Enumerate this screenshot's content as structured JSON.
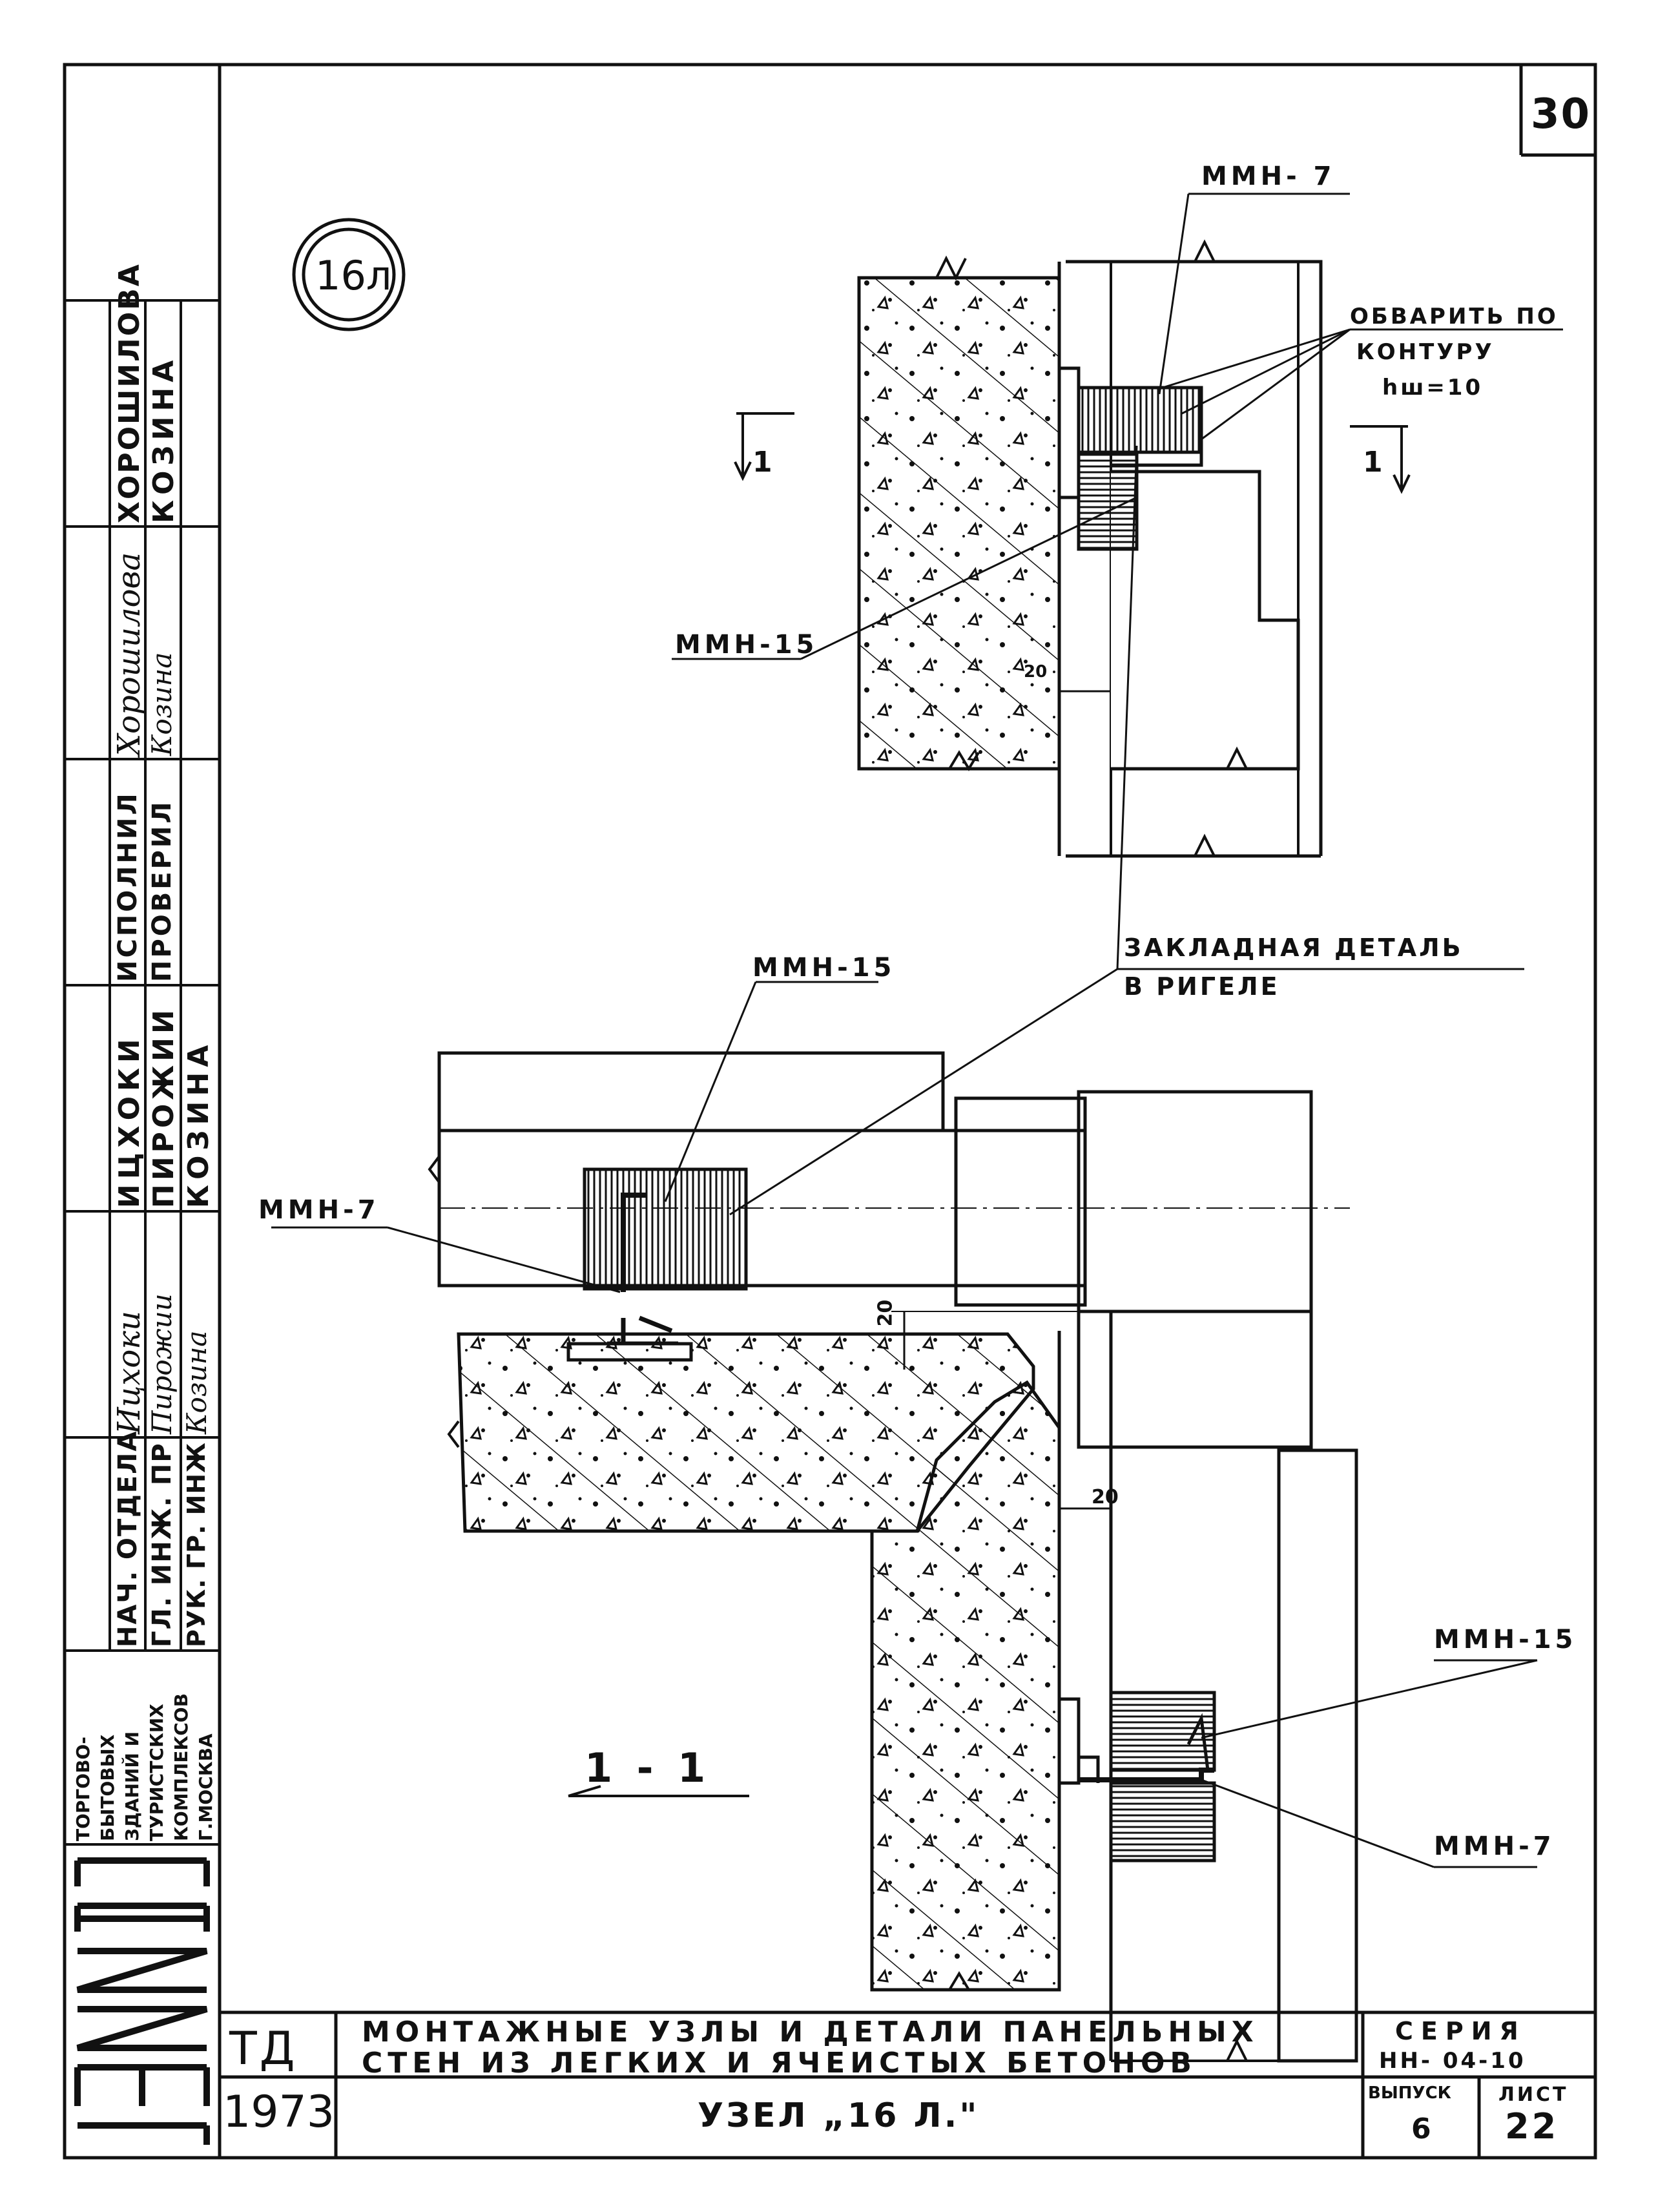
{
  "sheet_number": "30",
  "node_badge": "16л",
  "callouts": {
    "mmn7_top": "ММН- 7",
    "weld_note_line1": "ОБВАРИТЬ ПО",
    "weld_note_line2": "КОНТУРУ",
    "weld_note_line3": "hш=10",
    "section_mark_left": "1",
    "section_mark_right": "1",
    "mmn15_top": "ММН-15",
    "gap_20_top": "20",
    "embedded_line1": "ЗАКЛАДНАЯ ДЕТАЛЬ",
    "embedded_line2": "В РИГЕЛЕ",
    "mmn15_mid": "ММН-15",
    "mmn7_mid": "ММН-7",
    "gap_20_mid": "20",
    "gap_20_right": "20",
    "mmn15_bottom": "ММН-15",
    "mmn7_bottom": "ММН-7",
    "section_title": "1 - 1"
  },
  "side_stamp": {
    "roles": [
      "ИСПОЛНИЛ",
      "ПРОВЕРИЛ",
      "НАЧ. ОТДЕЛА",
      "ГЛ. ИНЖ. ПР",
      "РУК. ГР. ИНЖ"
    ],
    "names": [
      "ХОРОШИЛОВА",
      "КОЗИНА",
      "ИЦХОКИ",
      "ПИРОЖИИ",
      "КОЗИНА"
    ],
    "signatures": [
      "Хорошилова",
      "Козина",
      "Ицхоки",
      "Пирожии",
      "Козина"
    ],
    "org": [
      "ТОРГОВО-",
      "БЫТОВЫХ",
      "ЗДАНИЙ И",
      "ТУРИСТСКИХ",
      "КОМПЛЕКСОВ",
      "Г.МОСКВА"
    ],
    "logo": "ЦНИИЭП"
  },
  "title_block": {
    "code": "ТД",
    "year": "1973",
    "title_line1": "МОНТАЖНЫЕ УЗЛЫ И ДЕТАЛИ ПАНЕЛЬНЫХ",
    "title_line2": "СТЕН ИЗ ЛЕГКИХ И ЯЧЕИСТЫХ БЕТОНОВ",
    "subtitle": "УЗЕЛ „16 Л.\"",
    "series_label": "СЕРИЯ",
    "series_value": "НН- 04-10",
    "issue_label": "ВЫПУСК",
    "issue_value": "6",
    "sheet_label": "ЛИСТ",
    "sheet_value": "22"
  }
}
